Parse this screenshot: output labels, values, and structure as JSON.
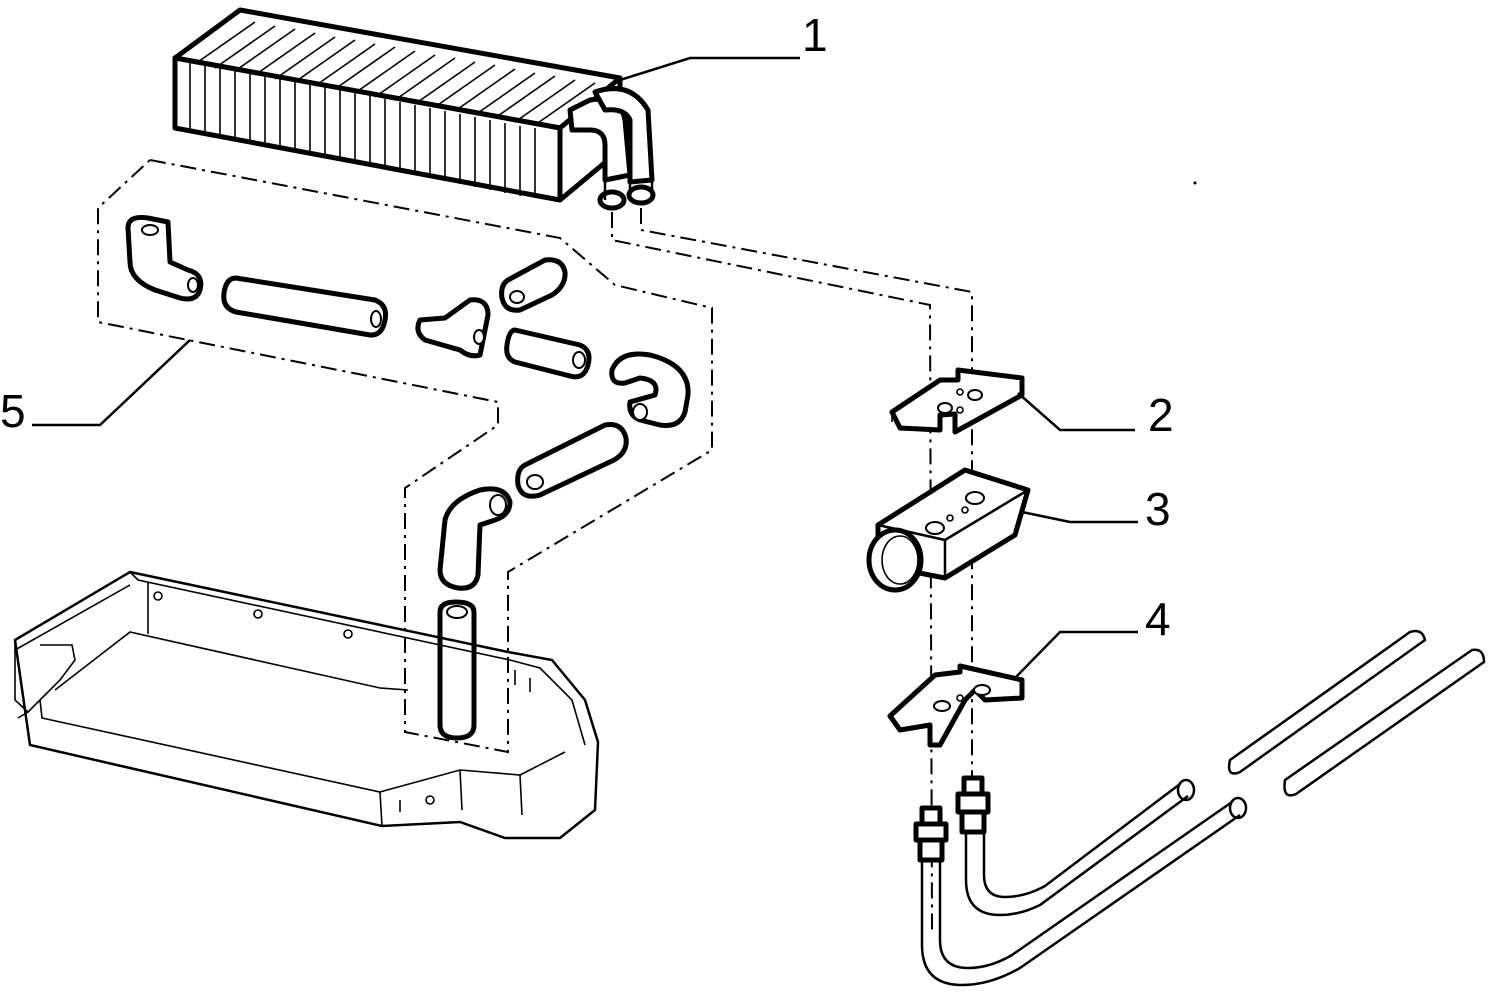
{
  "callouts": [
    {
      "id": "1",
      "text": "1"
    },
    {
      "id": "2",
      "text": "2"
    },
    {
      "id": "3",
      "text": "3"
    },
    {
      "id": "4",
      "text": "4"
    },
    {
      "id": "5",
      "text": "5"
    }
  ],
  "parts": [
    {
      "callout": "1",
      "name": "heater-core-evaporator"
    },
    {
      "callout": "2",
      "name": "upper-gasket-plate"
    },
    {
      "callout": "3",
      "name": "expansion-valve"
    },
    {
      "callout": "4",
      "name": "lower-gasket-plate"
    },
    {
      "callout": "5",
      "name": "hose-kit"
    }
  ],
  "colors": {
    "line": "#000000",
    "background": "#ffffff"
  }
}
